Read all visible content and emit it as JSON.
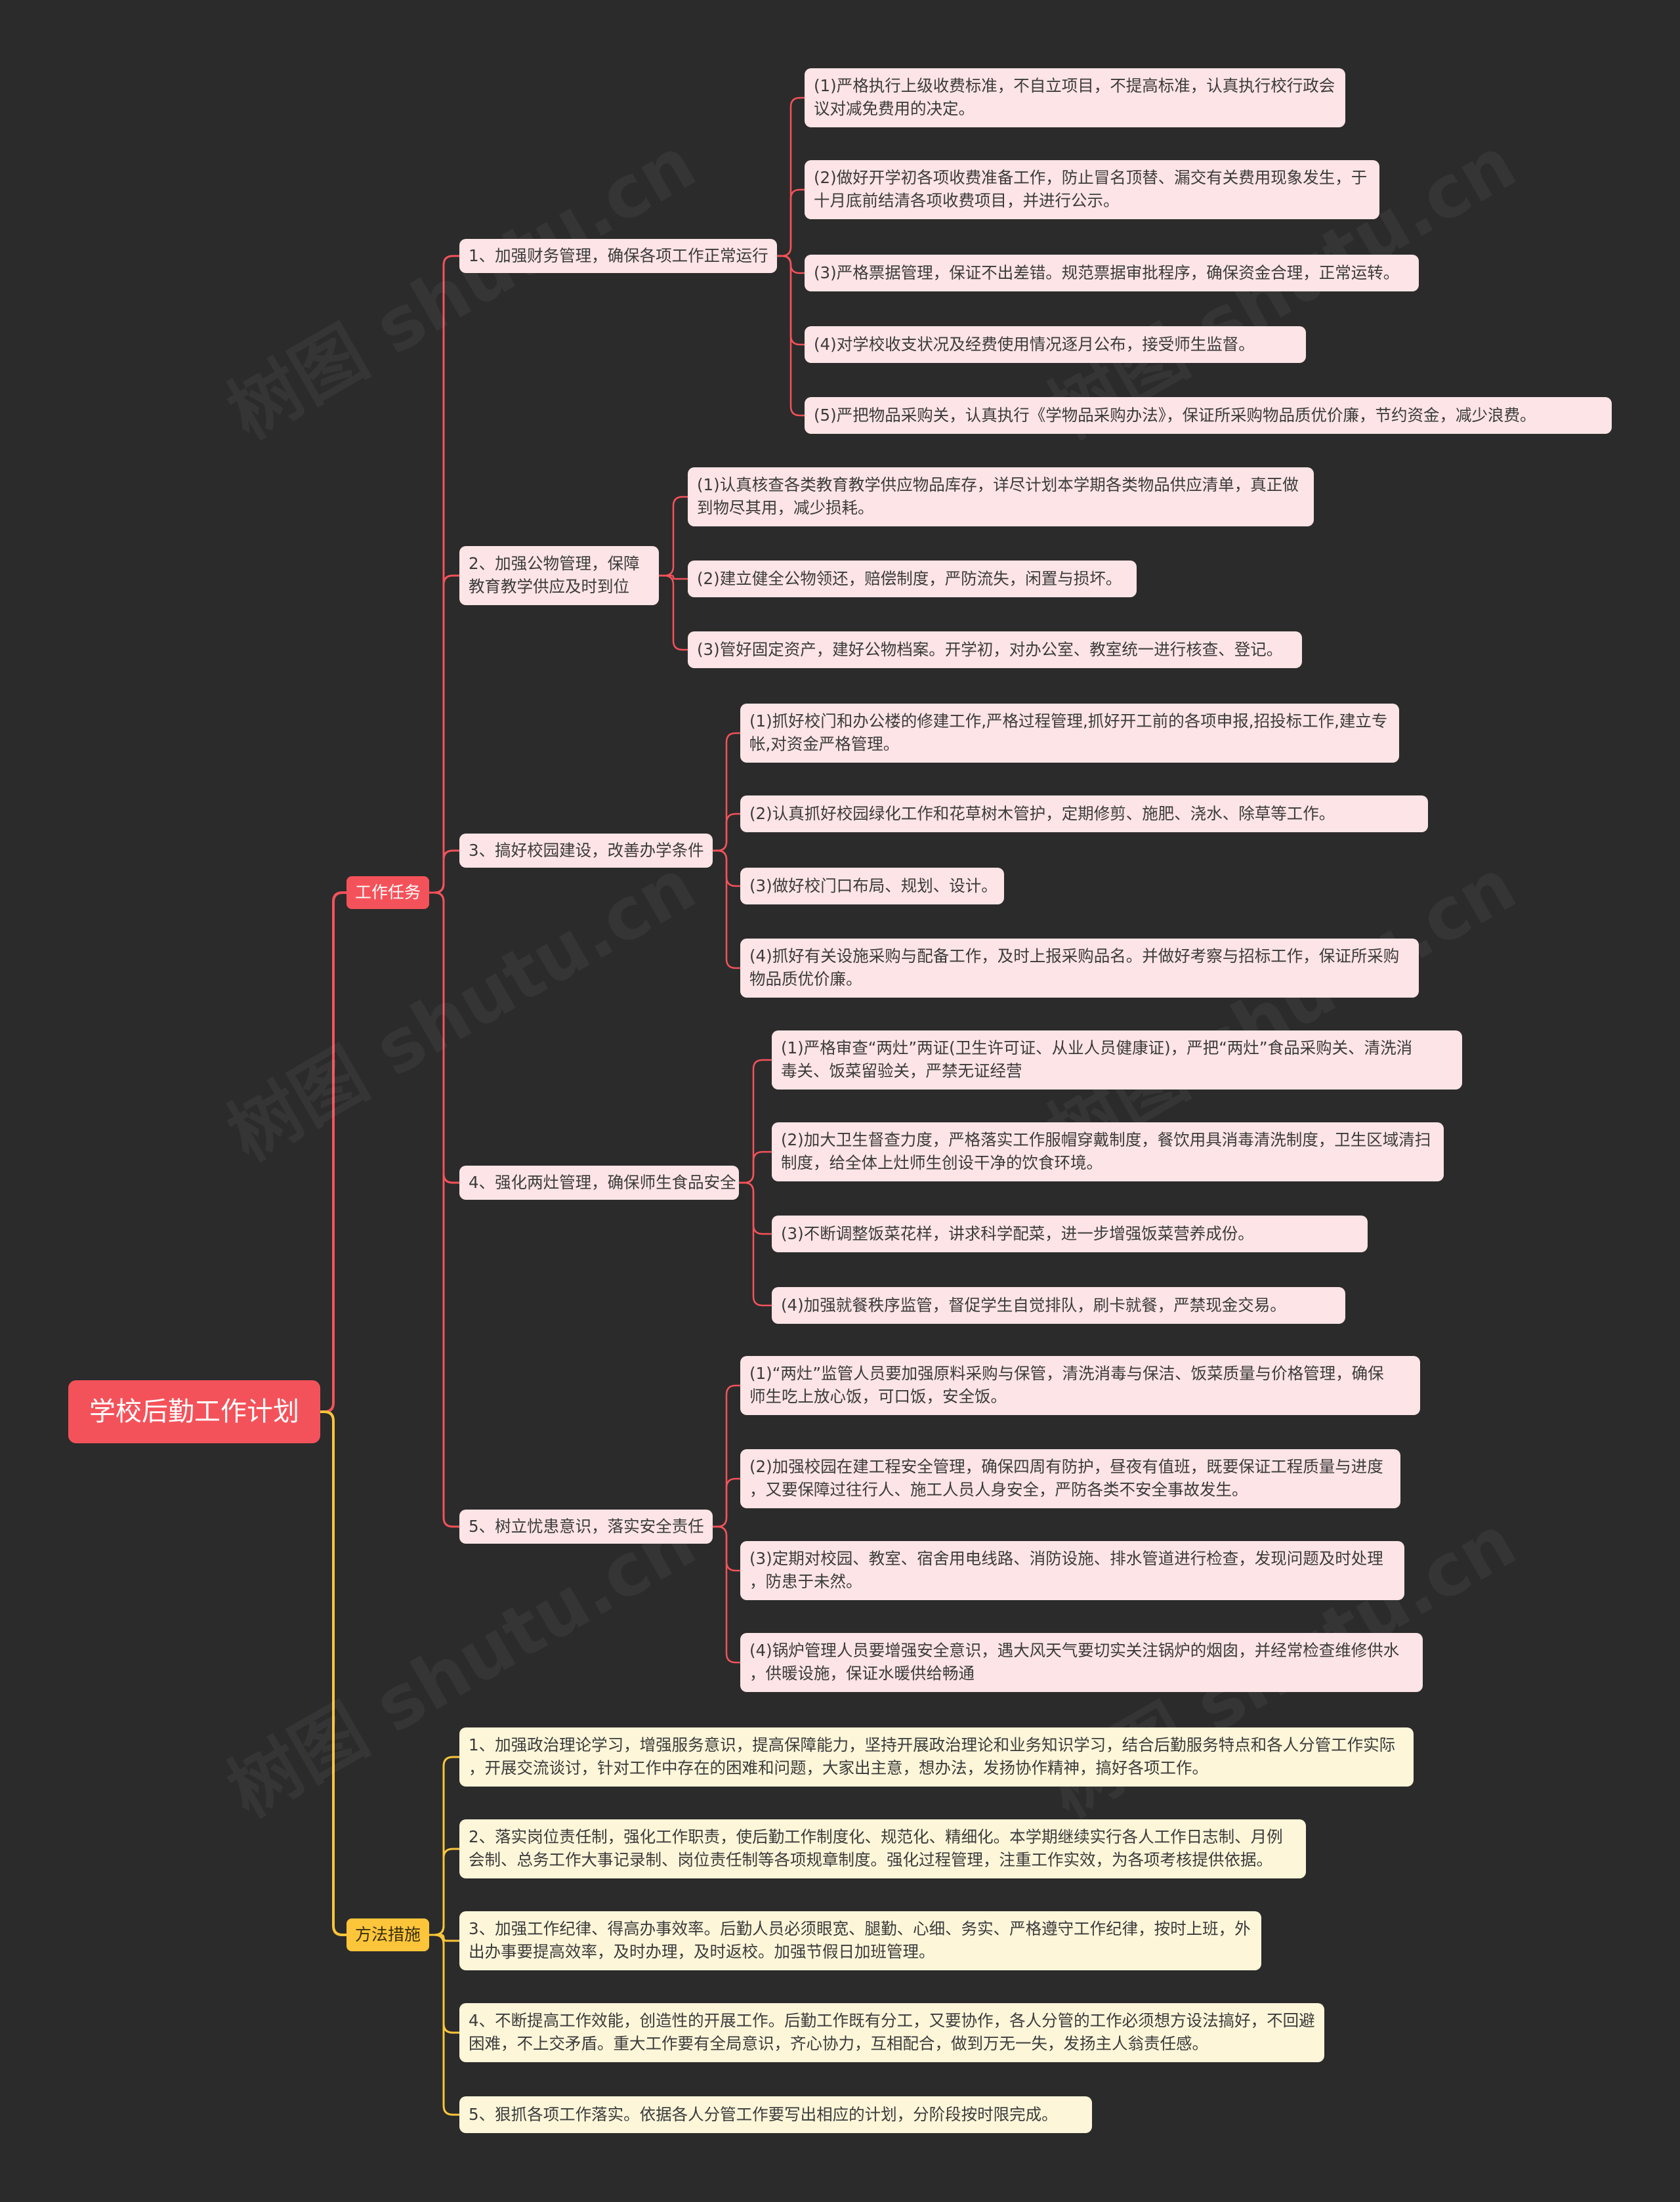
{
  "root": {
    "title": "学校后勤工作计划"
  },
  "colors": {
    "background": "#2b2b2b",
    "red_branch": "#f4525a",
    "yellow_branch": "#fcc53a",
    "pink_node": "#fde4e6",
    "yellow_node": "#fdf6d9"
  },
  "branches": [
    {
      "label": "工作任务",
      "children": [
        {
          "label": "1、加强财务管理，确保各项工作正常运行",
          "children": [
            "(1)严格执行上级收费标准，不自立项目，不提高标准，认真执行校行政会\n议对减免费用的决定。",
            "(2)做好开学初各项收费准备工作，防止冒名顶替、漏交有关费用现象发生，于\n十月底前结清各项收费项目，并进行公示。",
            "(3)严格票据管理，保证不出差错。规范票据审批程序，确保资金合理，正常运转。",
            "(4)对学校收支状况及经费使用情况逐月公布，接受师生监督。",
            "(5)严把物品采购关，认真执行《学物品采购办法》，保证所采购物品质优价廉，节约资金，减少浪费。"
          ]
        },
        {
          "label": "2、加强公物管理，保障\n教育教学供应及时到位",
          "children": [
            "(1)认真核查各类教育教学供应物品库存，详尽计划本学期各类物品供应清单，真正做\n到物尽其用，减少损耗。",
            "(2)建立健全公物领还，赔偿制度，严防流失，闲置与损坏。",
            "(3)管好固定资产，建好公物档案。开学初，对办公室、教室统一进行核查、登记。"
          ]
        },
        {
          "label": "3、搞好校园建设，改善办学条件",
          "children": [
            "(1)抓好校门和办公楼的修建工作,严格过程管理,抓好开工前的各项申报,招投标工作,建立专\n帐,对资金严格管理。",
            "(2)认真抓好校园绿化工作和花草树木管护，定期修剪、施肥、浇水、除草等工作。",
            "(3)做好校门口布局、规划、设计。",
            "(4)抓好有关设施采购与配备工作，及时上报采购品名。并做好考察与招标工作，保证所采购\n物品质优价廉。"
          ]
        },
        {
          "label": "4、强化两灶管理，确保师生食品安全",
          "children": [
            "(1)严格审查“两灶”两证(卫生许可证、从业人员健康证)，严把“两灶”食品采购关、清洗消\n毒关、饭菜留验关，严禁无证经营",
            "(2)加大卫生督查力度，严格落实工作服帽穿戴制度，餐饮用具消毒清洗制度，卫生区域清扫\n制度，给全体上灶师生创设干净的饮食环境。",
            "(3)不断调整饭菜花样，讲求科学配菜，进一步增强饭菜营养成份。",
            "(4)加强就餐秩序监管，督促学生自觉排队，刷卡就餐，严禁现金交易。"
          ]
        },
        {
          "label": "5、树立忧患意识，落实安全责任",
          "children": [
            "(1)“两灶”监管人员要加强原料采购与保管，清洗消毒与保洁、饭菜质量与价格管理，确保\n师生吃上放心饭，可口饭，安全饭。",
            "(2)加强校园在建工程安全管理，确保四周有防护，昼夜有值班，既要保证工程质量与进度\n，又要保障过往行人、施工人员人身安全，严防各类不安全事故发生。",
            "(3)定期对校园、教室、宿舍用电线路、消防设施、排水管道进行检查，发现问题及时处理\n，防患于未然。",
            "(4)锅炉管理人员要增强安全意识，遇大风天气要切实关注锅炉的烟囱，并经常检查维修供水\n，供暖设施，保证水暖供给畅通"
          ]
        }
      ]
    },
    {
      "label": "方法措施",
      "children": [
        "1、加强政治理论学习，增强服务意识，提高保障能力，坚持开展政治理论和业务知识学习，结合后勤服务特点和各人分管工作实际\n，开展交流谈讨，针对工作中存在的困难和问题，大家出主意，想办法，发扬协作精神，搞好各项工作。",
        "2、落实岗位责任制，强化工作职责，使后勤工作制度化、规范化、精细化。本学期继续实行各人工作日志制、月例\n会制、总务工作大事记录制、岗位责任制等各项规章制度。强化过程管理，注重工作实效，为各项考核提供依据。",
        "3、加强工作纪律、得高办事效率。后勤人员必须眼宽、腿勤、心细、务实、严格遵守工作纪律，按时上班，外\n出办事要提高效率，及时办理，及时返校。加强节假日加班管理。",
        "4、不断提高工作效能，创造性的开展工作。后勤工作既有分工，又要协作，各人分管的工作必须想方设法搞好，不回避\n困难，不上交矛盾。重大工作要有全局意识，齐心协力，互相配合，做到万无一失，发扬主人翁责任感。",
        "5、狠抓各项工作落实。依据各人分管工作要写出相应的计划，分阶段按时限完成。"
      ]
    }
  ]
}
